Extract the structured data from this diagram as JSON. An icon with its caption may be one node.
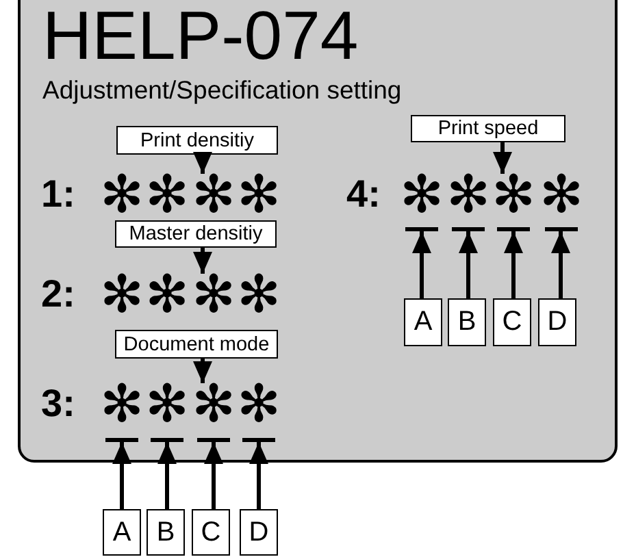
{
  "diagram": {
    "nodes": [
      {
        "text": [
          "HELP-074",
          "Adjustment/Specification setting"
        ]
      },
      {
        "text": [
          "Print densitiy"
        ],
        "in": 0
      },
      {
        "text": [
          "✻"
        ],
        "in": 0
      },
      {
        "text": [
          "✻"
        ],
        "in": 0
      },
      {
        "text": [
          "✻"
        ],
        "in": 0
      },
      {
        "text": [
          "✻"
        ],
        "in": 0
      },
      {
        "text": [
          "Master densitiy"
        ],
        "in": 0
      },
      {
        "text": [
          "✻"
        ],
        "in": 0
      },
      {
        "text": [
          "✻"
        ],
        "in": 0
      },
      {
        "text": [
          "✻"
        ],
        "in": 0
      },
      {
        "text": [
          "✻"
        ],
        "in": 0
      },
      {
        "text": [
          "Document mode"
        ],
        "in": 0
      },
      {
        "text": [
          "✻"
        ],
        "in": 0
      },
      {
        "text": [
          "✻"
        ],
        "in": 0
      },
      {
        "text": [
          "✻"
        ],
        "in": 0
      },
      {
        "text": [
          "✻"
        ],
        "in": 0
      },
      {
        "text": [],
        "shape": "bar",
        "in": 0
      },
      {
        "text": [],
        "shape": "bar",
        "in": 0
      },
      {
        "text": [],
        "shape": "bar",
        "in": 0
      },
      {
        "text": [],
        "shape": "bar",
        "in": 0
      },
      {
        "text": [
          "Print speed"
        ],
        "in": 0
      },
      {
        "text": [
          "✻"
        ],
        "in": 0
      },
      {
        "text": [
          "✻"
        ],
        "in": 0
      },
      {
        "text": [
          "✻"
        ],
        "in": 0
      },
      {
        "text": [
          "✻"
        ],
        "in": 0
      },
      {
        "text": [],
        "shape": "bar",
        "in": 0
      },
      {
        "text": [],
        "shape": "bar",
        "in": 0
      },
      {
        "text": [],
        "shape": "bar",
        "in": 0
      },
      {
        "text": [],
        "shape": "bar",
        "in": 0
      },
      {
        "text": [
          "A"
        ],
        "in": 0
      },
      {
        "text": [
          "B"
        ],
        "in": 0
      },
      {
        "text": [
          "C"
        ],
        "in": 0
      },
      {
        "text": [
          "D"
        ],
        "in": 0
      },
      {
        "text": [
          "A"
        ]
      },
      {
        "text": [
          "B"
        ]
      },
      {
        "text": [
          "C"
        ]
      },
      {
        "text": [
          "D"
        ]
      }
    ],
    "edges": [
      {
        "from": 1,
        "to": 4,
        "arrow": "to"
      },
      {
        "from": 6,
        "to": 9,
        "arrow": "to"
      },
      {
        "from": 11,
        "to": 14,
        "arrow": "to"
      },
      {
        "from": 20,
        "to": 23,
        "arrow": "to"
      },
      {
        "from": 29,
        "to": 25,
        "arrow": "to"
      },
      {
        "from": 30,
        "to": 26,
        "arrow": "to"
      },
      {
        "from": 31,
        "to": 27,
        "arrow": "to"
      },
      {
        "from": 32,
        "to": 28,
        "arrow": "to"
      },
      {
        "from": 33,
        "to": 16,
        "arrow": "to"
      },
      {
        "from": 34,
        "to": 17,
        "arrow": "to"
      },
      {
        "from": 35,
        "to": 18,
        "arrow": "to"
      },
      {
        "from": 36,
        "to": 19,
        "arrow": "to"
      }
    ],
    "labels": [
      "1:",
      "4:",
      "2:",
      "3:"
    ]
  }
}
